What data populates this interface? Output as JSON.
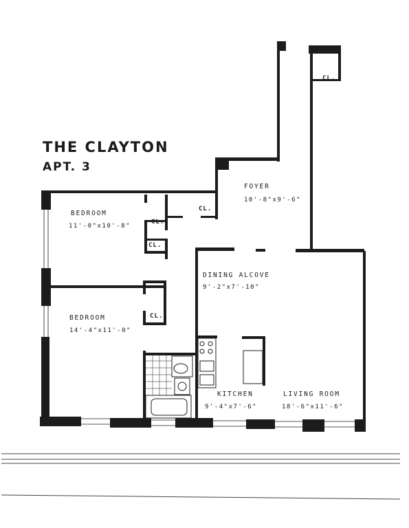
{
  "building": "THE CLAYTON",
  "unit": "APT. 3",
  "rooms": {
    "foyer": {
      "name": "FOYER",
      "dims": "10'-8\"x9'-6\""
    },
    "bedroom1": {
      "name": "BEDROOM",
      "dims": "11'-0\"x10'-8\""
    },
    "bedroom2": {
      "name": "BEDROOM",
      "dims": "14'-4\"x11'-0\""
    },
    "dining": {
      "name": "DINING ALCOVE",
      "dims": "9'-2\"x7'-10\""
    },
    "kitchen": {
      "name": "KITCHEN",
      "dims": "9'-4\"x7'-6\""
    },
    "living": {
      "name": "LIVING ROOM",
      "dims": "18'-6\"x11'-6\""
    }
  },
  "closets": {
    "label": "CL."
  },
  "colors": {
    "wall": "#1c1c1c",
    "paper": "#ffffff",
    "ink": "#1a1a1a"
  }
}
